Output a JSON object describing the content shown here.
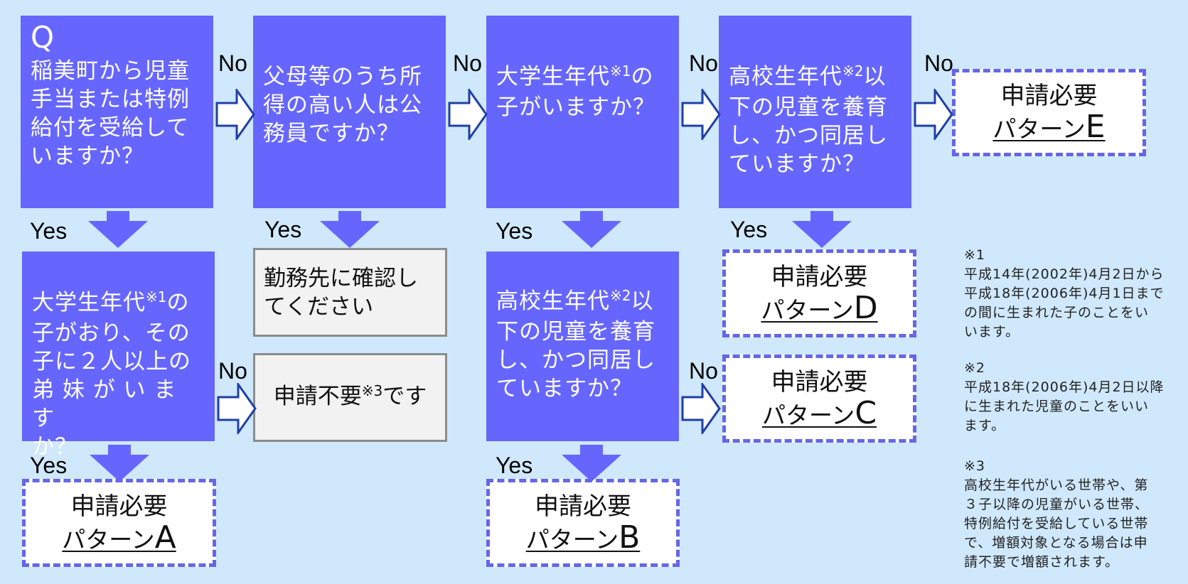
{
  "colors": {
    "background": "#cfe8fb",
    "question_fill": "#6666ff",
    "result_border": "#6666e6",
    "gray_fill": "#f2f2f2",
    "arrow_outline": "#1f3fa6"
  },
  "questions": {
    "q1": {
      "mark": "Q",
      "lines": [
        "稲美町から児童",
        "手当または特例",
        "給付を受給して",
        "いますか？"
      ]
    },
    "q2": {
      "lines": [
        "父母等のうち所",
        "得の高い人は公",
        "務員ですか？"
      ]
    },
    "q3": {
      "line1_pre": "大学生年代",
      "line1_note": "※1",
      "line1_post": "の",
      "line2": "子がいますか？"
    },
    "q4": {
      "line1_pre": "高校生年代",
      "line1_note": "※2",
      "line1_post": "以",
      "lines_rest": [
        "下の児童を養育",
        "し、かつ同居し",
        "ていますか？"
      ]
    },
    "q5": {
      "line1_pre": "大学生年代",
      "line1_note": "※1",
      "line1_post": "の",
      "lines_rest": [
        "子がおり、その",
        "子に２人以上の",
        "弟 妹 が い ま す",
        "か？"
      ]
    },
    "q6": {
      "line1_pre": "高校生年代",
      "line1_note": "※2",
      "line1_post": "以",
      "lines_rest": [
        "下の児童を養育",
        "し、かつ同居し",
        "ていますか？"
      ]
    }
  },
  "gray_boxes": {
    "confirm": {
      "lines": [
        "勤務先に確認し",
        "てください"
      ]
    },
    "not_required": {
      "pre": "申請不要",
      "note": "※3",
      "post": "です"
    }
  },
  "results": {
    "A": {
      "required": "申請必要",
      "pattern_prefix": "パターン",
      "letter": "A"
    },
    "B": {
      "required": "申請必要",
      "pattern_prefix": "パターン",
      "letter": "B"
    },
    "C": {
      "required": "申請必要",
      "pattern_prefix": "パターン",
      "letter": "C"
    },
    "D": {
      "required": "申請必要",
      "pattern_prefix": "パターン",
      "letter": "D"
    },
    "E": {
      "required": "申請必要",
      "pattern_prefix": "パターン",
      "letter": "E"
    }
  },
  "labels": {
    "yes": "Yes",
    "no": "No"
  },
  "notes": [
    {
      "mark": "※1",
      "lines": [
        "平成14年(2002年)4月2日から",
        "平成18年(2006年)4月1日まで",
        "の間に生まれた子のことをい",
        "います。"
      ]
    },
    {
      "mark": "※2",
      "lines": [
        "平成18年(2006年)4月2日以降",
        "に生まれた児童のことをいい",
        "ます。"
      ]
    },
    {
      "mark": "※3",
      "lines": [
        "高校生年代がいる世帯や、第",
        "３子以降の児童がいる世帯、",
        "特例給付を受給している世帯",
        "で、増額対象となる場合は申",
        "請不要で増額されます。"
      ]
    }
  ]
}
